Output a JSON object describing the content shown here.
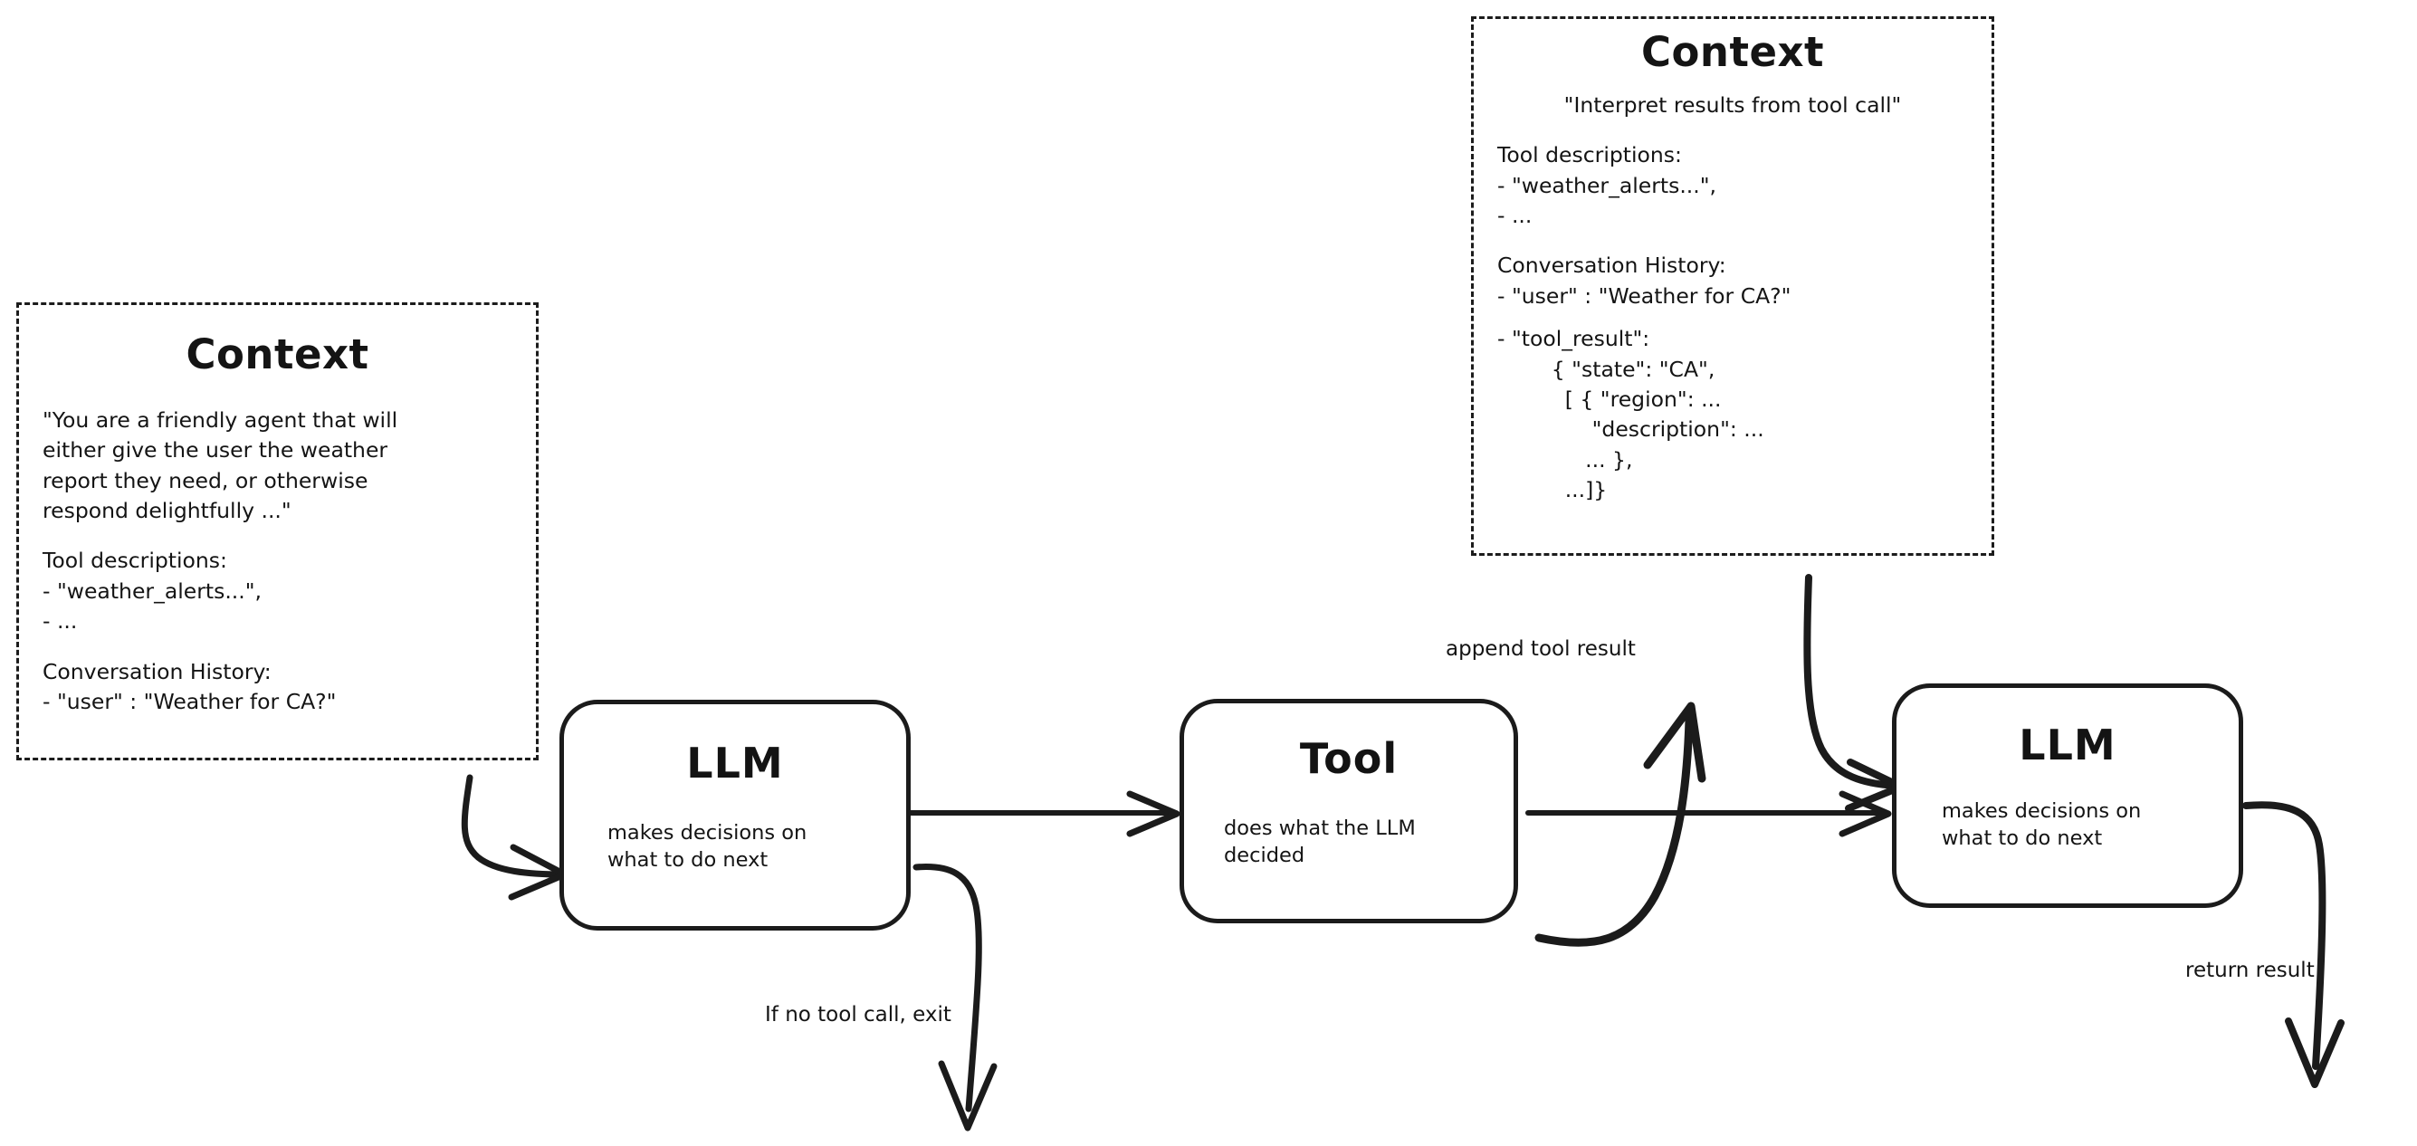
{
  "diagram": {
    "title": "Agent loop with LLM, Tool and Context",
    "stroke_color": "#1b1b1b",
    "background": "#ffffff"
  },
  "context_left": {
    "title": "Context",
    "system_prompt": "\"You are a friendly agent that will\neither give the user the weather\nreport they need, or otherwise\nrespond delightfully ...\"",
    "tool_descriptions_heading": "Tool descriptions:",
    "tool_descriptions_items": "- \"weather_alerts...\",\n- ...",
    "conversation_heading": "Conversation History:",
    "conversation_items": "- \"user\" : \"Weather for CA?\""
  },
  "context_right": {
    "title": "Context",
    "system_prompt": "\"Interpret results from tool call\"",
    "tool_descriptions_heading": "Tool descriptions:",
    "tool_descriptions_items": "- \"weather_alerts...\",\n- ...",
    "conversation_heading": "Conversation History:",
    "conversation_user": "- \"user\" : \"Weather for CA?\"",
    "conversation_tool_result": "- \"tool_result\":\n        { \"state\": \"CA\",\n          [ { \"region\": ...\n              \"description\": ...\n             ... },\n          ...]}"
  },
  "nodes": {
    "llm_1": {
      "title": "LLM",
      "subtitle": "makes decisions on\nwhat to do next"
    },
    "tool": {
      "title": "Tool",
      "subtitle": "does what the LLM\ndecided"
    },
    "llm_2": {
      "title": "LLM",
      "subtitle": "makes decisions on\nwhat to do next"
    }
  },
  "edges": {
    "context_to_llm1": "",
    "llm1_to_tool": "",
    "llm1_exit": "If no tool call, exit",
    "tool_to_context": "append tool result",
    "tool_to_llm2": "",
    "context_to_llm2": "",
    "llm2_return": "return result"
  }
}
